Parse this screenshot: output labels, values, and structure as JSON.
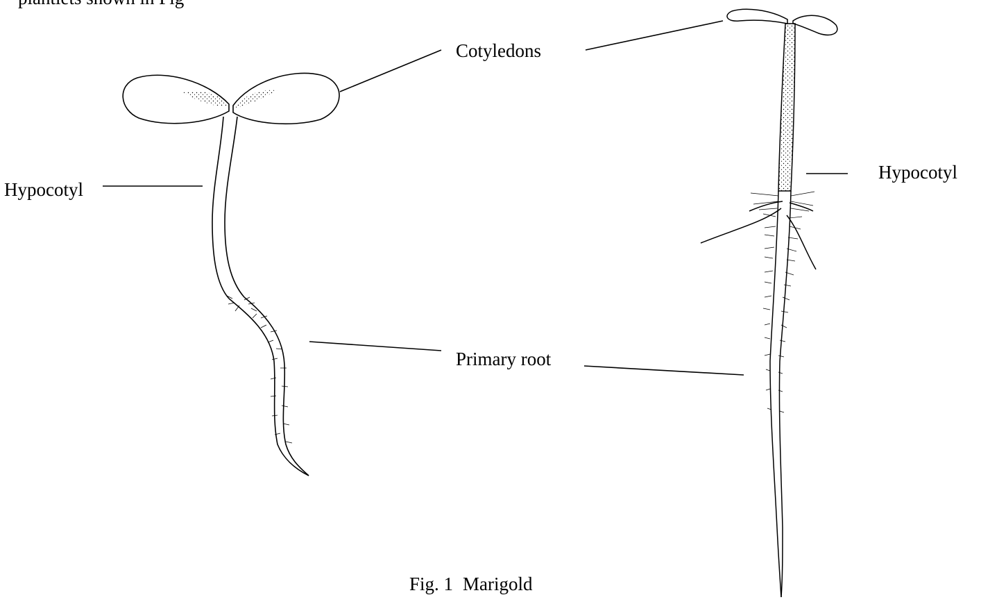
{
  "header_fragment": "plantlets shown in Fig",
  "labels": {
    "cotyledons": "Cotyledons",
    "hypocotyl_left": "Hypocotyl",
    "hypocotyl_right": "Hypocotyl",
    "primary_root": "Primary root"
  },
  "caption": {
    "number": "Fig. 1",
    "title": "Marigold"
  }
}
